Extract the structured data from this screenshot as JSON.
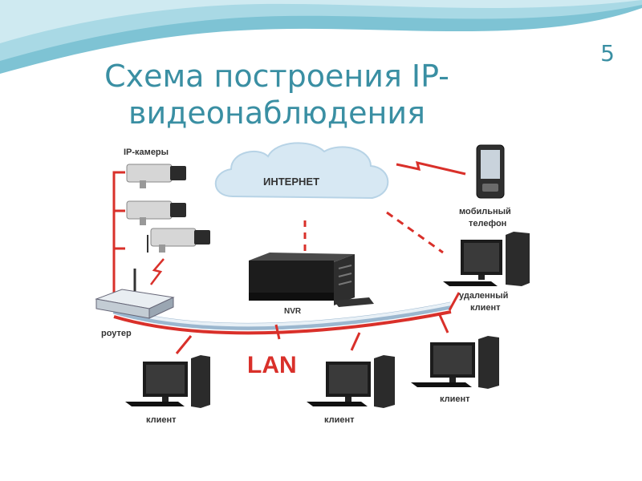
{
  "slide": {
    "number": "5",
    "title_line1": "Схема построения IP-",
    "title_line2": "видеонаблюдения"
  },
  "diagram": {
    "labels": {
      "ip_cameras": "IP-камеры",
      "internet": "ИНТЕРНЕТ",
      "mobile_phone_line1": "мобильный",
      "mobile_phone_line2": "телефон",
      "remote_client_line1": "удаленный",
      "remote_client_line2": "клиент",
      "nvr": "NVR",
      "router": "роутер",
      "lan": "LAN",
      "client_left": "клиент",
      "client_middle": "клиент",
      "client_right": "клиент"
    }
  },
  "colors": {
    "title": "#3a8fa3",
    "lan_red": "#d9302a",
    "cloud": "#d7e8f3",
    "wave_dark": "#7ec3d4",
    "wave_light": "#cfeaf1"
  }
}
